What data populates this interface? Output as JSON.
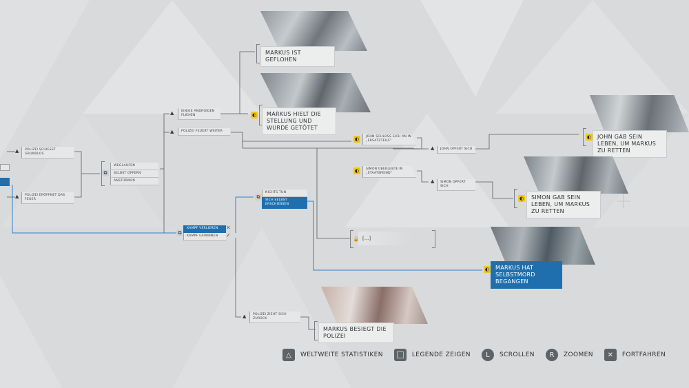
{
  "colors": {
    "background": "#d9dadb",
    "selected": "#1f6fae",
    "tag": "#f2c51c",
    "line": "#4d4f51",
    "path": "#2e7fd0"
  },
  "nodes": {
    "polizei_schiesst": "POLIZEI SCHIESST GRUNDLOS",
    "polizei_eroeffnet": "POLIZEI ERÖFFNET DAS FEUER",
    "weglaufen": "WEGLAUFEN",
    "selbst_opfern": "SELBST OPFERN",
    "anstuermen": "ANSTÜRMEN",
    "einige_androiden": "EINIGE ANDROIDEN FLIEHEN",
    "polizei_feuert": "POLIZEI FEUERT WEITER",
    "markus_geflohen": "MARKUS IST GEFLOHEN",
    "markus_hielt": "MARKUS HIELT DIE STELLUNG UND WURDE GETÖTET",
    "john_schloss": "JOHN SCHLOSS SICH AN IN „ERSATZTEILE\"",
    "simon_ueberlebte": "SIMON ÜBERLEBTE IN „STAATSFEIND\"",
    "john_opfert": "JOHN OPFERT SICH",
    "simon_opfert": "SIMON OPFERT SICH",
    "john_gab": "JOHN GAB SEIN LEBEN, UM MARKUS ZU RETTEN",
    "simon_gab": "SIMON GAB SEIN LEBEN, UM MARKUS ZU RETTEN",
    "nichts_tun": "NICHTS TUN",
    "sich_selbst": "SICH SELBST ERSCHIESSEN",
    "kampf_verlieren": "KAMPF VERLIEREN",
    "kampf_gewinnen": "KAMPF GEWINNEN",
    "locked": "[...]",
    "markus_selbstmord": "MARKUS HAT SELBSTMORD BEGANGEN",
    "polizei_zieht": "POLIZEI ZIEHT SICH ZURÜCK",
    "markus_besiegt": "MARKUS BESIEGT DIE POLIZEI"
  },
  "buttons": {
    "stats": "WELTWEITE STATISTIKEN",
    "legend": "LEGENDE ZEIGEN",
    "scroll": "SCROLLEN",
    "zoom": "ZOOMEN",
    "continue": "FORTFAHREN"
  },
  "icons": {
    "stats": "triangle-icon",
    "legend": "square-icon",
    "scroll": "l-stick-icon",
    "zoom": "r-stick-icon",
    "continue": "cross-icon"
  }
}
